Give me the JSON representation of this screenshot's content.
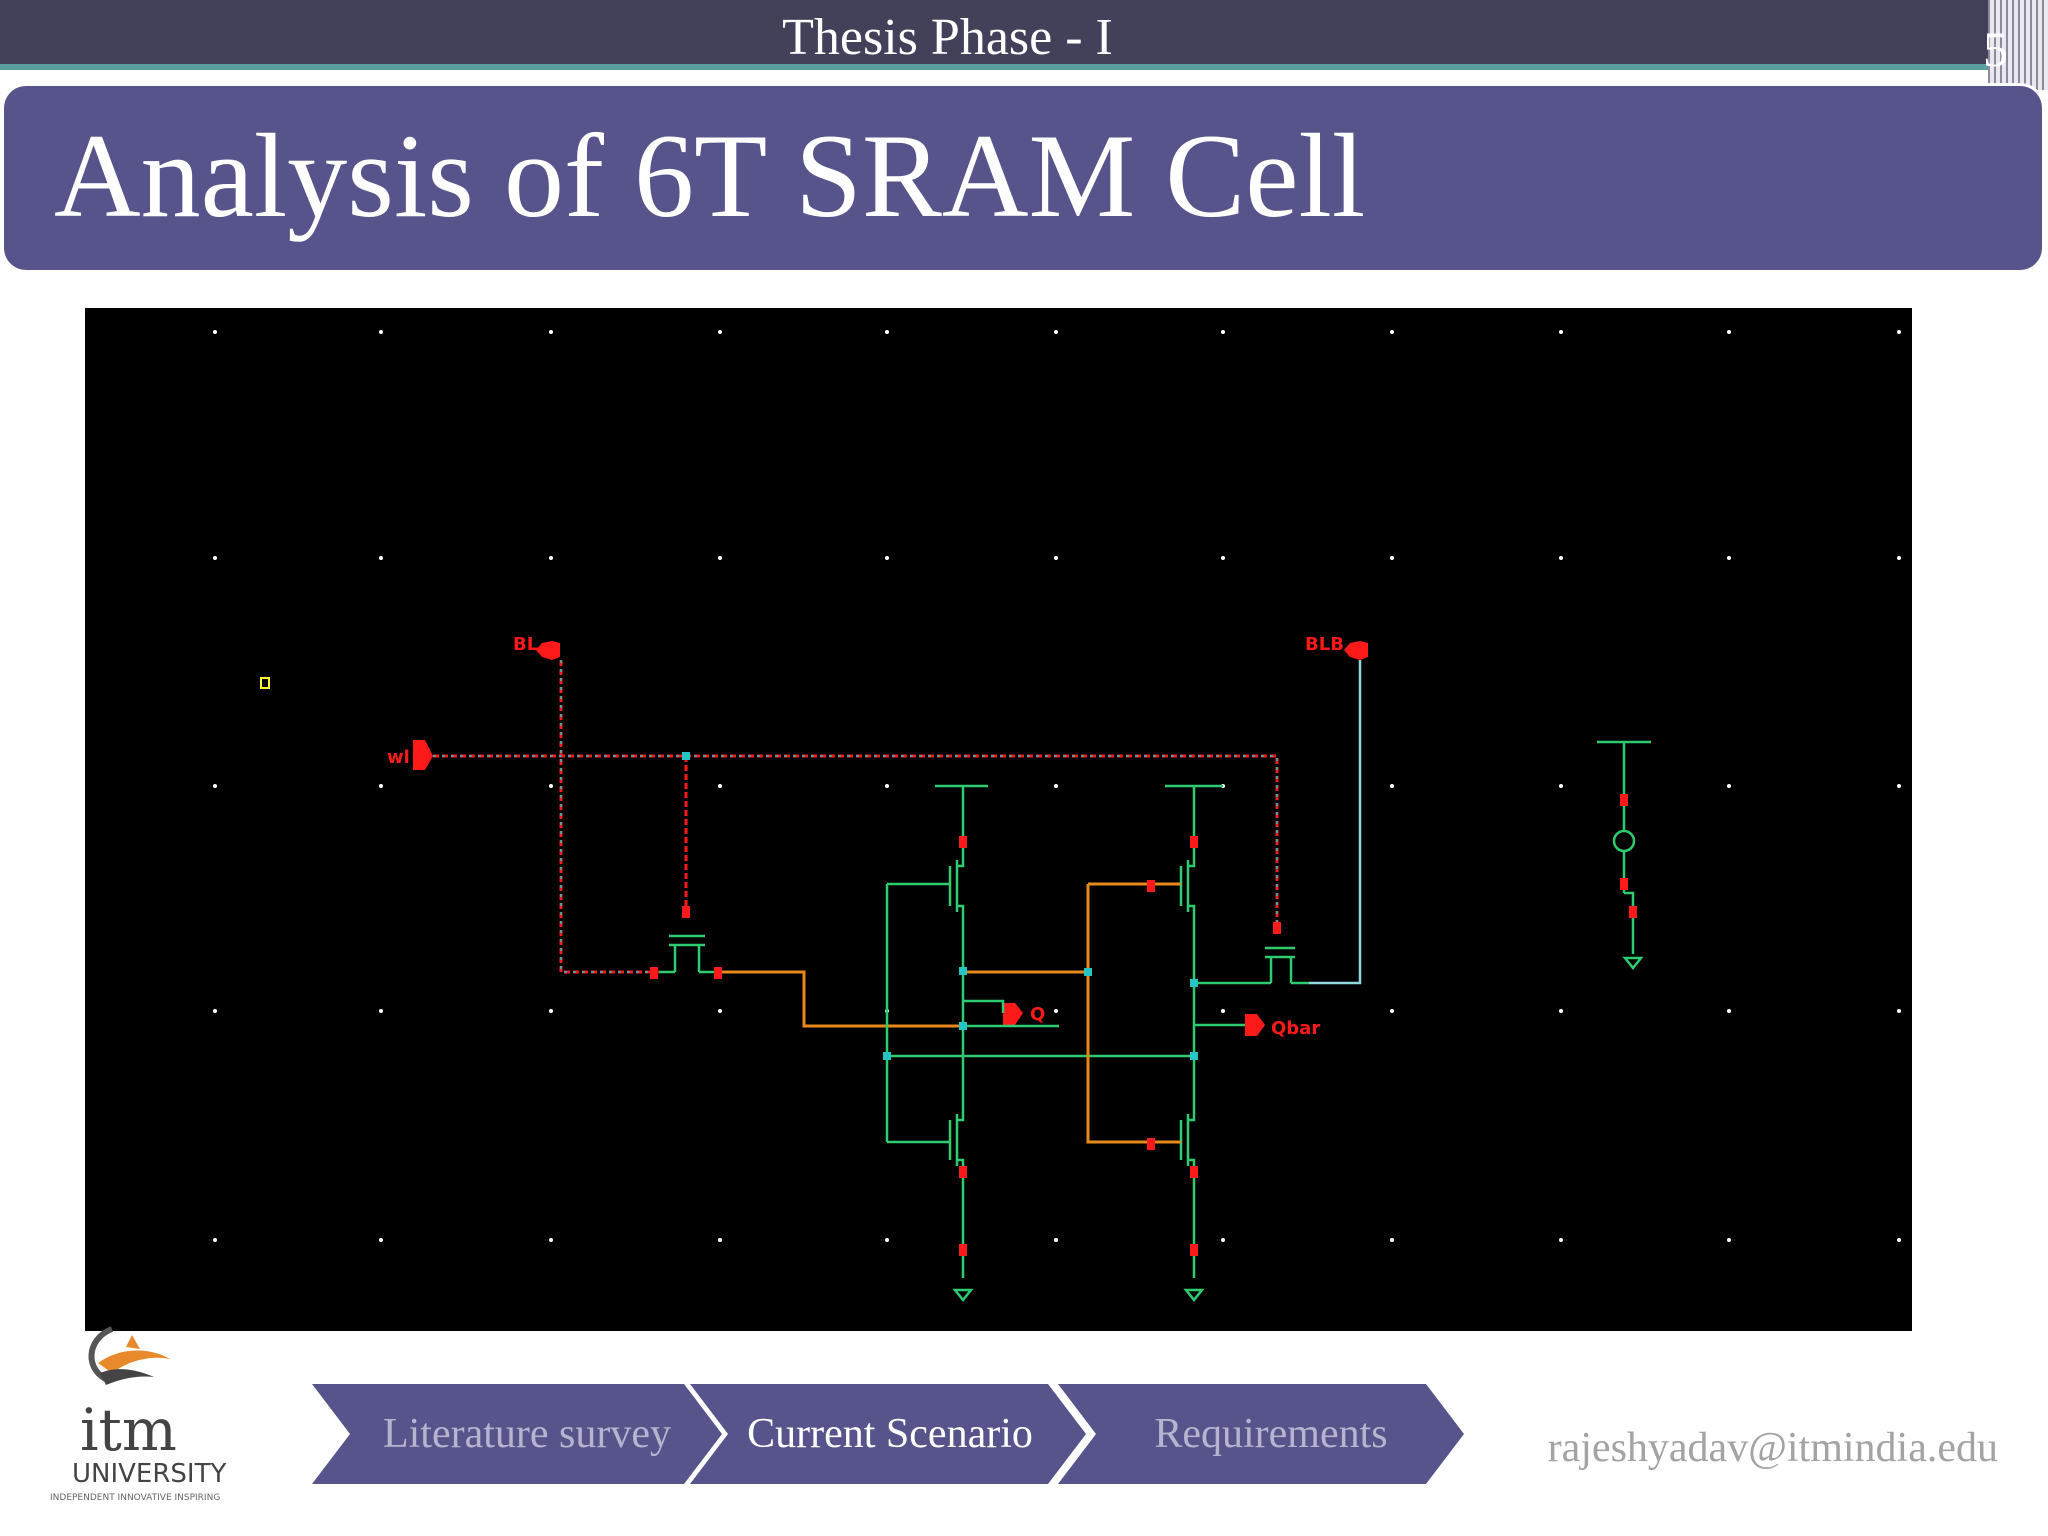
{
  "header": {
    "title": "Thesis Phase - I",
    "page_number": "5"
  },
  "slide": {
    "title": "Analysis of 6T SRAM Cell"
  },
  "schematic": {
    "labels": {
      "bl": "BL",
      "blb": "BLB",
      "wl": "wl",
      "q": "Q",
      "qbar": "Qbar"
    }
  },
  "logo": {
    "wordmark": "itm",
    "sub": "UNIVERSITY",
    "tagline": "INDEPENDENT INNOVATIVE INSPIRING",
    "icon": "itm-university-logo"
  },
  "nav": [
    {
      "label": "Literature survey",
      "state": "dim"
    },
    {
      "label": "Current Scenario",
      "state": "active"
    },
    {
      "label": "Requirements",
      "state": "dim"
    }
  ],
  "footer": {
    "email": "rajeshyadav@itmindia.edu"
  },
  "colors": {
    "topbar": "#434159",
    "title_band": "#56548a",
    "nav_fill": "#56548a",
    "teal": "#5b9e9e",
    "wire_green": "#2ecc71",
    "wire_cyan": "#27c4c4",
    "pin_red": "#ff1a1a",
    "wire_orange": "#e88a1a"
  }
}
